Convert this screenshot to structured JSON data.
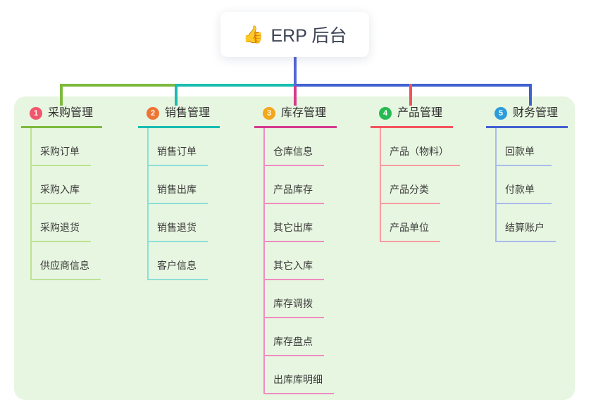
{
  "root": {
    "icon": "👍",
    "label": "ERP 后台"
  },
  "colors": {
    "canvas": "#e7f6e0",
    "root_line": "#5566d6",
    "root_text": "#3b4354"
  },
  "branches": [
    {
      "num": "1",
      "title": "采购管理",
      "color": "#7cba3d",
      "light": "#bce295",
      "badge": "#f0566c",
      "children": [
        "采购订单",
        "采购入库",
        "采购退货",
        "供应商信息"
      ]
    },
    {
      "num": "2",
      "title": "销售管理",
      "color": "#17bdb1",
      "light": "#8bdfd6",
      "badge": "#ee7434",
      "children": [
        "销售订单",
        "销售出库",
        "销售退货",
        "客户信息"
      ]
    },
    {
      "num": "3",
      "title": "库存管理",
      "color": "#d63a8e",
      "light": "#ef8cc2",
      "badge": "#f2a71d",
      "children": [
        "仓库信息",
        "产品库存",
        "其它出库",
        "其它入库",
        "库存调拨",
        "库存盘点",
        "出库库明细"
      ]
    },
    {
      "num": "4",
      "title": "产品管理",
      "color": "#f4535d",
      "light": "#f89ba1",
      "badge": "#27ba53",
      "children": [
        "产品（物料）",
        "产品分类",
        "产品单位"
      ]
    },
    {
      "num": "5",
      "title": "财务管理",
      "color": "#4161d1",
      "light": "#aabbec",
      "badge": "#2d9cdb",
      "children": [
        "回款单",
        "付款单",
        "结算账户"
      ]
    }
  ]
}
